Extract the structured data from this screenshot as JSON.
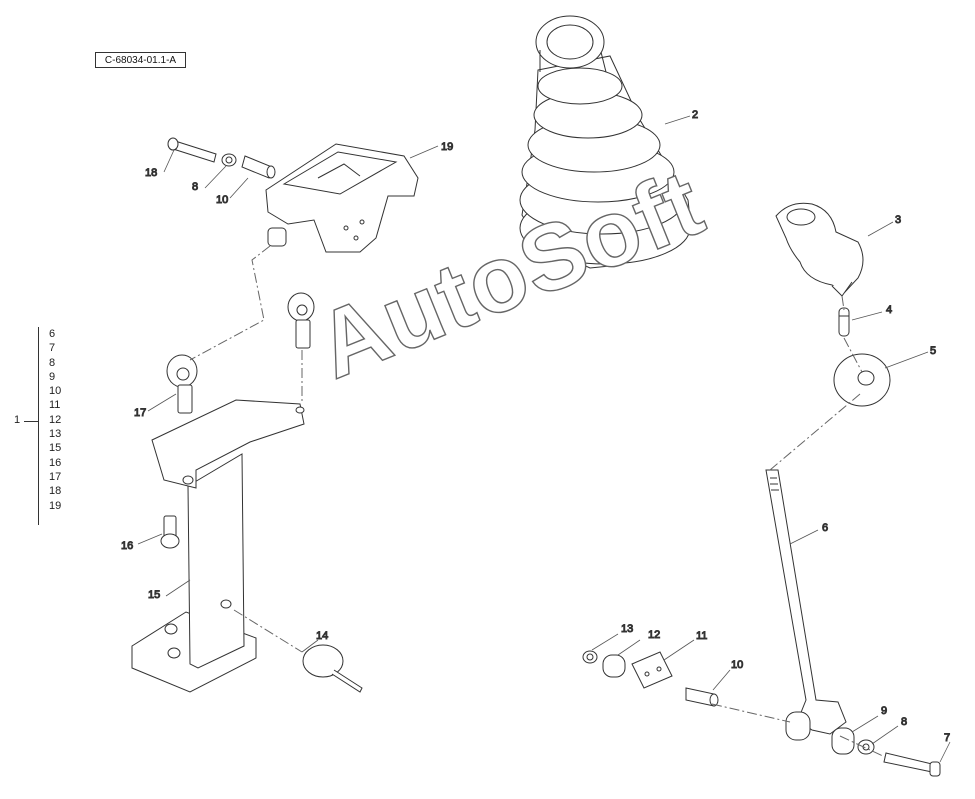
{
  "drawing_ref": "C-68034-01.1-A",
  "assembly": {
    "number": "1",
    "items": [
      "6",
      "7",
      "8",
      "9",
      "10",
      "11",
      "12",
      "13",
      "15",
      "16",
      "17",
      "18",
      "19"
    ]
  },
  "callouts": {
    "c2": "2",
    "c3": "3",
    "c4": "4",
    "c5": "5",
    "c6": "6",
    "c7": "7",
    "c8a": "8",
    "c8b": "8",
    "c9": "9",
    "c10a": "10",
    "c10b": "10",
    "c11": "11",
    "c12": "12",
    "c13": "13",
    "c14": "14",
    "c15": "15",
    "c16": "16",
    "c17": "17",
    "c18": "18",
    "c19": "19"
  },
  "watermark": "AutoSoft"
}
